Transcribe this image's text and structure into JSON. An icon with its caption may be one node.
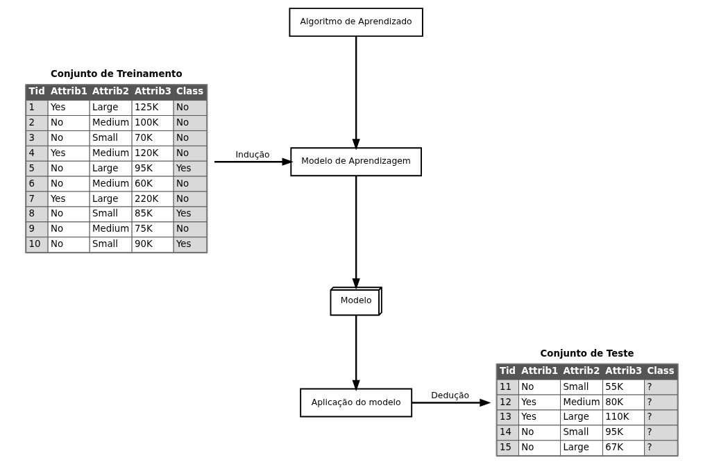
{
  "diagram": {
    "nodes": [
      {
        "text": [
          "Conjunto de Treinamento",
          "Tid",
          "Attrib1",
          "Attrib2",
          "Attrib3",
          "Class",
          "1",
          "Yes",
          "Large",
          "125K",
          "No",
          "2",
          "No",
          "Medium",
          "100K",
          "No",
          "3",
          "No",
          "Small",
          "70K",
          "No",
          "4",
          "Yes",
          "Medium",
          "120K",
          "No",
          "5",
          "No",
          "Large",
          "95K",
          "Yes",
          "6",
          "No",
          "Medium",
          "60K",
          "No",
          "7",
          "Yes",
          "Large",
          "220K",
          "No",
          "8",
          "No",
          "Small",
          "85K",
          "Yes",
          "9",
          "No",
          "Medium",
          "75K",
          "No",
          "10",
          "No",
          "Small",
          "90K",
          "Yes"
        ]
      },
      {
        "text": [
          "Algoritmo de Aprendizado"
        ]
      },
      {
        "text": [
          "Modelo de Aprendizagem"
        ]
      },
      {
        "text": [
          "Modelo"
        ]
      },
      {
        "text": [
          "Aplicação do modelo"
        ]
      },
      {
        "text": [
          "Conjunto de Teste",
          "Tid",
          "Attrib1",
          "Attrib2",
          "Attrib3",
          "Class",
          "11",
          "No",
          "Small",
          "55K",
          "?",
          "12",
          "Yes",
          "Medium",
          "80K",
          "?",
          "13",
          "Yes",
          "Large",
          "110K",
          "?",
          "14",
          "No",
          "Small",
          "95K",
          "?",
          "15",
          "No",
          "Large",
          "67K",
          "?"
        ]
      }
    ],
    "edges": [
      {
        "from": 0,
        "to": 2,
        "arrow": "to",
        "label": "Indução"
      },
      {
        "from": 1,
        "to": 2,
        "arrow": "to"
      },
      {
        "from": 2,
        "to": 3,
        "arrow": "to"
      },
      {
        "from": 3,
        "to": 4,
        "arrow": "to"
      },
      {
        "from": 4,
        "to": 5,
        "arrow": "to",
        "label": "Dedução"
      }
    ]
  }
}
